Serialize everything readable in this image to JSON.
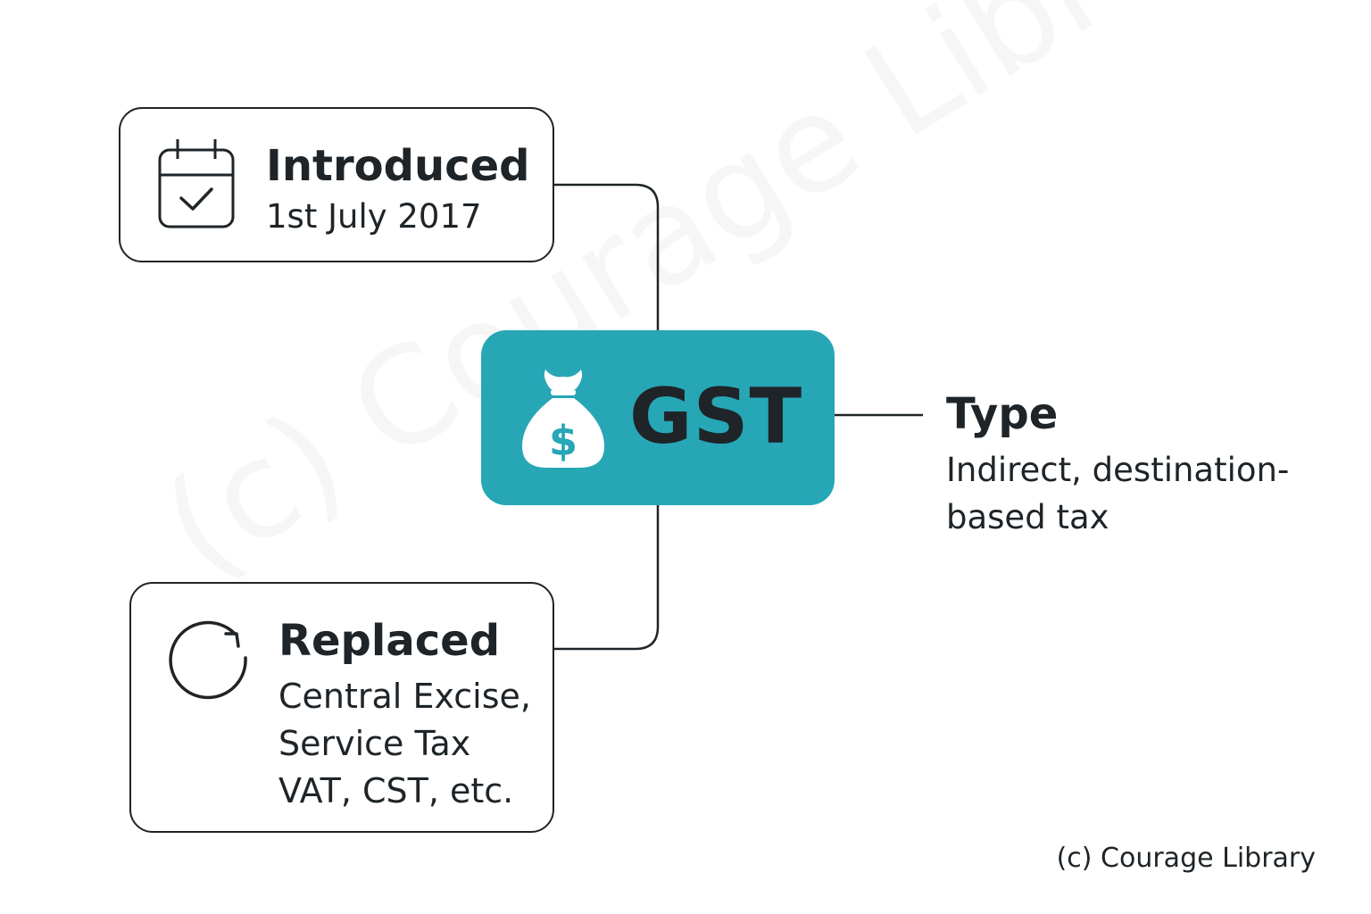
{
  "colors": {
    "accent": "#27a6b6",
    "text": "#1e2428",
    "background": "#ffffff",
    "icon_on_accent": "#ffffff"
  },
  "center": {
    "title": "GST",
    "icon": "money-bag-icon"
  },
  "introduced": {
    "title": "Introduced",
    "text": "1st July 2017",
    "icon": "calendar-check-icon"
  },
  "replaced": {
    "title": "Replaced",
    "lines": [
      "Central Excise,",
      "Service Tax",
      "VAT, CST, etc."
    ],
    "icon": "refresh-icon"
  },
  "type": {
    "title": "Type",
    "lines": [
      "Indirect, destination-",
      "based tax"
    ]
  },
  "watermark": "(c) Courage Library",
  "copyright": "(c) Courage Library"
}
